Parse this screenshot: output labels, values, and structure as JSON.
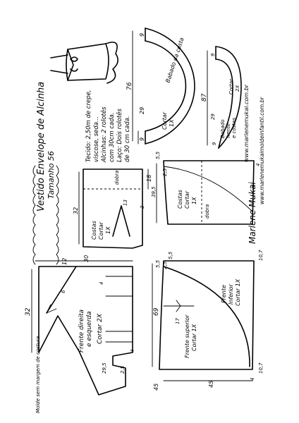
{
  "title": {
    "line1": "Vestido Envelope de Alcinha",
    "line2": "Tamanho 56"
  },
  "materials": {
    "line1": "Tecido: 2,50m de crepe,",
    "line2": "viscose, seda...",
    "line3": "Alcinhas: 2 rolotês",
    "line4": "com 30cm cada.",
    "line5": "Laço: Dois rolotês",
    "line6": "de 30 cm cada."
  },
  "credits": {
    "site1": "www.marlenemukai.com.br",
    "site2": "www.marlenemukaimoldeinfantil.com.br",
    "signature": "Marlene Mukai"
  },
  "notes": {
    "seam": "Molde sem margem de costura"
  },
  "pieces": {
    "front": {
      "name1": "Frente direita",
      "name2": "e esquerda",
      "cut": "Cortar 2X",
      "dim_width": "30",
      "dim_top": "12",
      "dim_height": "32",
      "dim_small1": "6",
      "dim_small2": "4",
      "dim_small3": "29,5",
      "dim_small4": "2,5",
      "dim_small5": "4"
    },
    "back_top": {
      "name1": "Costas",
      "name2": "Cortar",
      "name3": "1X",
      "fold": "dobra",
      "dim_width": "18",
      "dim_height": "32",
      "dim_dart": "13",
      "dim_dart2": "3"
    },
    "back_skirt": {
      "name1": "Costas",
      "name2": "Cortar",
      "name3": "1X",
      "fold": "dobra",
      "dim_width": "39,5",
      "dim_top": "2,5",
      "dim_right": "4",
      "dim_small": "5,5"
    },
    "lower_front": {
      "name1": "Frente",
      "name2": "Inferior",
      "name3": "Cortar 1X",
      "dim_top1": "5,5",
      "dim_top2": "2,5",
      "dim_right": "10,7",
      "dim_right2": "10,7",
      "dim_small": "4"
    },
    "upper_front": {
      "name1": "Frente superior",
      "name2": "Cortar 1X",
      "dim_height": "69",
      "dim_bottom": "45",
      "dim_left": "45",
      "dim_side": "5,5",
      "dim_dart": "17"
    },
    "ruffle": {
      "name1": "Babado da costa",
      "name2": "Cortar",
      "name3": "1X",
      "dim_len": "76",
      "dim_a": "29",
      "dim_b": "9",
      "dim_c": "9"
    },
    "front_ruffle": {
      "name1": "Babado",
      "name2": "frente",
      "name3": "e costas",
      "cut": "Cortar",
      "cut2": "2X",
      "dim_len": "87",
      "dim_a": "9",
      "dim_b": "9",
      "dim_c": "29"
    }
  }
}
